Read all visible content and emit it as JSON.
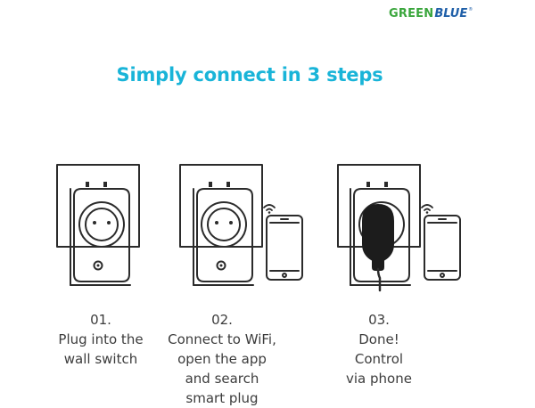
{
  "logo": {
    "part1": "GREEN",
    "part2": "BLUE",
    "mark": "®"
  },
  "title": "Simply connect in 3 steps",
  "steps": [
    {
      "number": "01.",
      "lines": [
        "Plug into the",
        "wall switch"
      ],
      "icons": [
        "wall-socket-icon",
        "smart-plug-icon"
      ]
    },
    {
      "number": "02.",
      "lines": [
        "Connect to WiFi,",
        "open the app",
        "and search",
        "smart plug"
      ],
      "icons": [
        "wall-socket-icon",
        "smart-plug-icon",
        "wifi-icon",
        "smartphone-icon"
      ]
    },
    {
      "number": "03.",
      "lines": [
        "Done!",
        "Control",
        "via phone"
      ],
      "icons": [
        "wall-socket-icon",
        "smart-plug-icon",
        "power-plug-icon",
        "wifi-icon",
        "smartphone-icon"
      ]
    }
  ],
  "colors": {
    "title": "#19b4d8",
    "logo_green": "#3aa63c",
    "logo_blue": "#1f5fa8",
    "line_art": "#2b2b2b"
  }
}
